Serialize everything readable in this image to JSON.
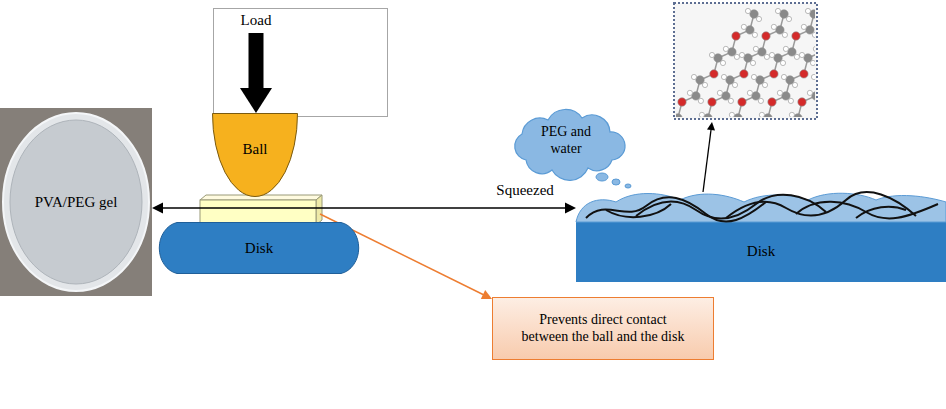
{
  "diagram": {
    "nodes": [
      {
        "text": [
          "PVA/PEG gel"
        ]
      },
      {
        "text": [
          "Load"
        ]
      },
      {
        "text": [
          "Ball"
        ]
      },
      {
        "text": [
          "Disk"
        ]
      },
      {
        "text": [
          "Prevents direct contact between the ball and the disk"
        ]
      },
      {
        "text": [
          "PEG and water"
        ]
      },
      {
        "text": [
          "Disk"
        ]
      }
    ],
    "edges": [
      {
        "from": 1,
        "to": 2,
        "arrow": "to"
      },
      {
        "from": 0,
        "to": 6,
        "label": "Squeezed",
        "arrow": "both"
      }
    ]
  }
}
